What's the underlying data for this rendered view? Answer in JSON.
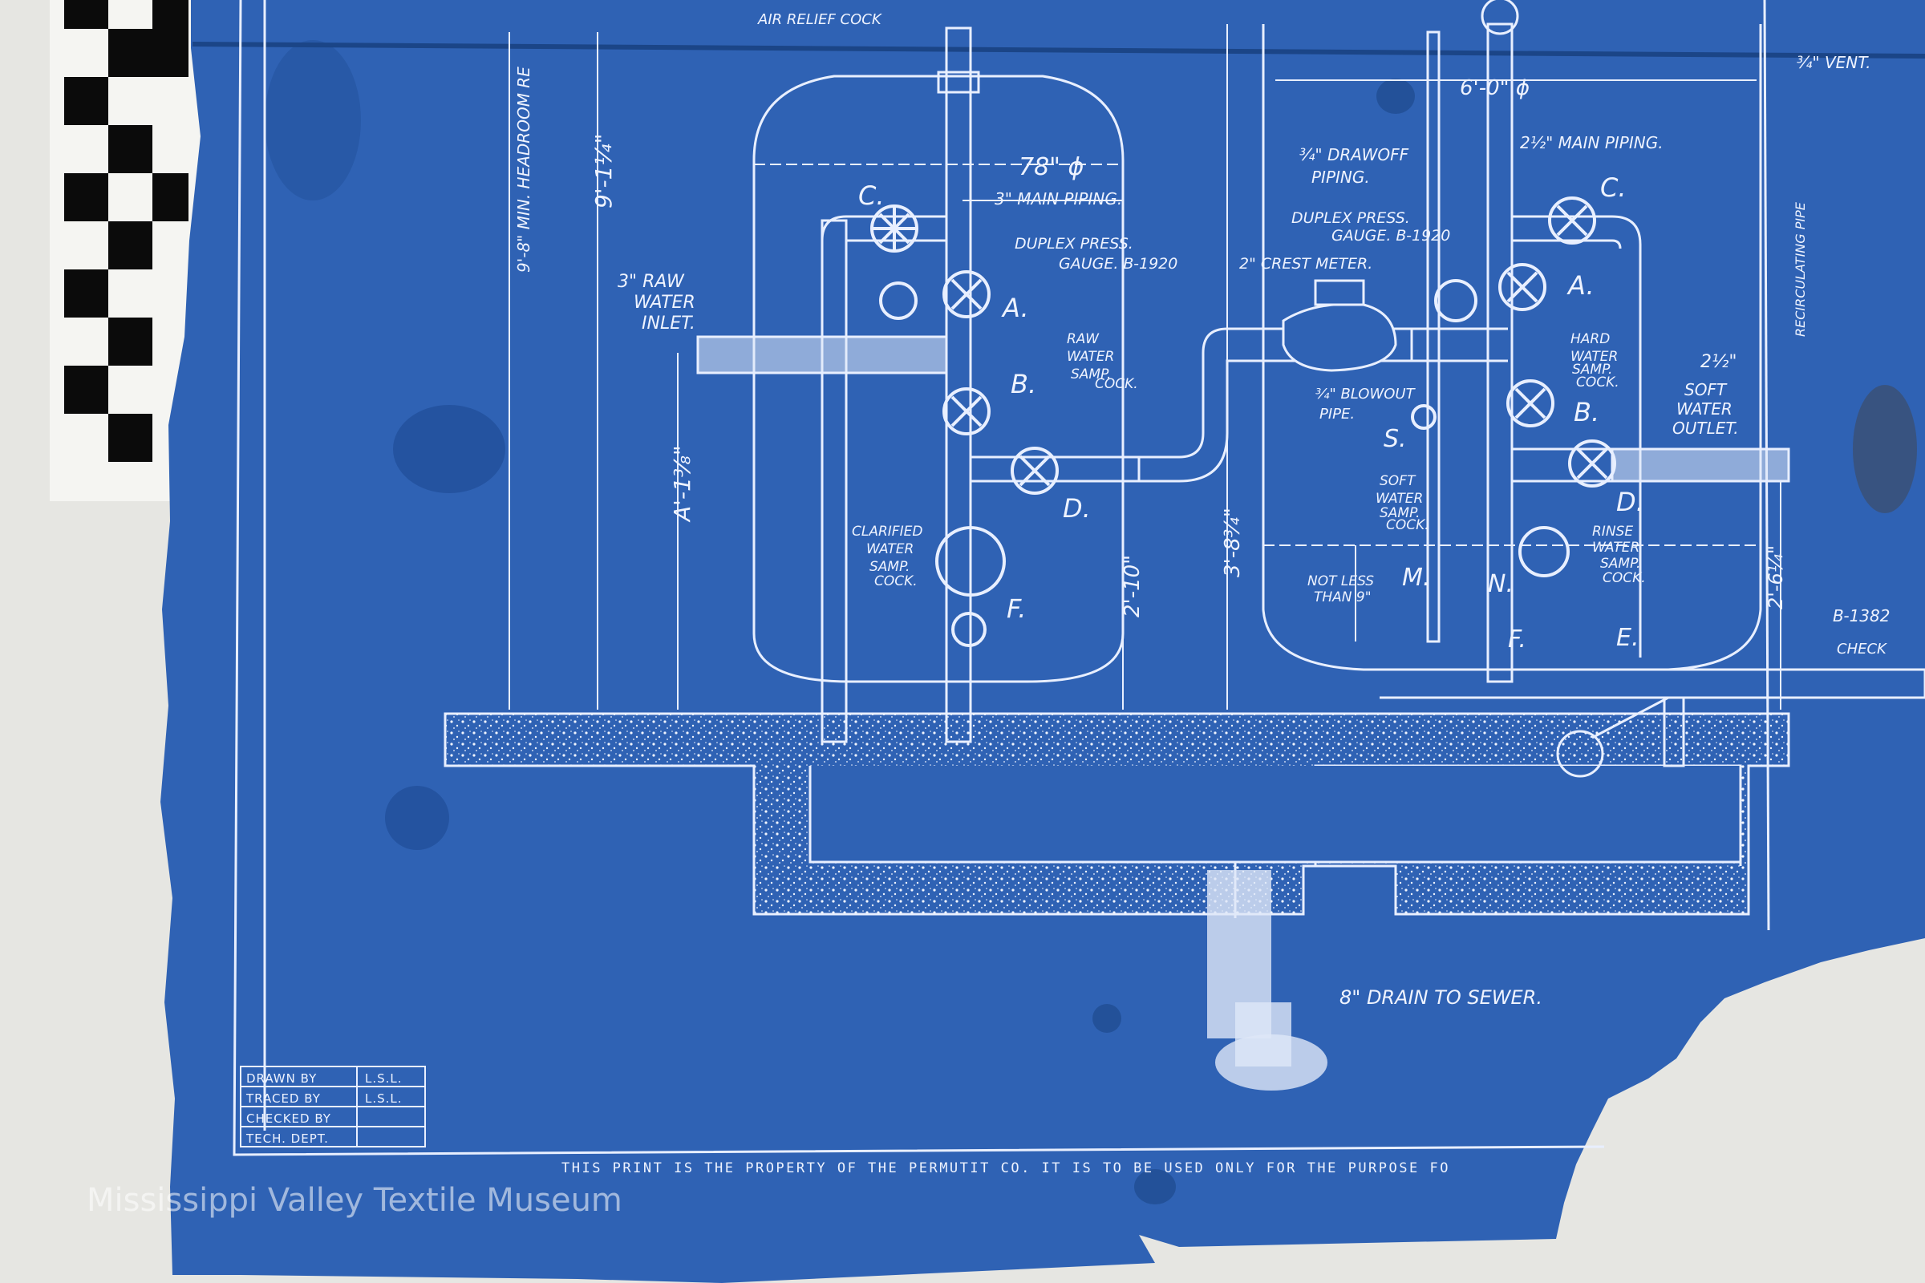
{
  "drawing": {
    "headroom_note": "9'-8\" MIN. HEADROOM RE",
    "top_note": "AIR RELIEF COCK",
    "dimension_9_1_4": "9'-1¼\"",
    "dimension_a": "A'-1⅜\"",
    "dimension_2_10": "2'-10\"",
    "dimension_3_8": "3'-8¾\"",
    "dimension_2_6": "2'-6¼\"",
    "tank_left_diameter": "78\" ϕ",
    "tank_right_diameter": "6'-0\" ϕ",
    "vent_label": "¾\" VENT.",
    "main_piping_left": "3\" MAIN PIPING.",
    "main_piping_right": "2½\" MAIN PIPING.",
    "drawoff_piping": [
      "¾\" DRAWOFF",
      "PIPING."
    ],
    "duplex_gauge_left": [
      "DUPLEX PRESS.",
      "GAUGE. B-1920"
    ],
    "duplex_gauge_right": [
      "DUPLEX PRESS.",
      "GAUGE. B-1920"
    ],
    "crest_meter": "2\" CREST METER.",
    "raw_water_inlet": [
      "3\" RAW",
      "WATER",
      "INLET."
    ],
    "raw_water_samp_cock": [
      "RAW",
      "WATER",
      "SAMP.",
      "COCK."
    ],
    "hard_water_samp_cock": [
      "HARD",
      "WATER",
      "SAMP.",
      "COCK."
    ],
    "clarified_water_samp_cock": [
      "CLARIFIED",
      "WATER",
      "SAMP.",
      "COCK."
    ],
    "soft_water_samp_cock": [
      "SOFT",
      "WATER",
      "SAMP.",
      "COCK."
    ],
    "rinse_water_samp_cock": [
      "RINSE",
      "WATER",
      "SAMP.",
      "COCK."
    ],
    "blowout_pipe": [
      "¾\" BLOWOUT",
      "PIPE."
    ],
    "soft_water_outlet": [
      "2½\"",
      "SOFT",
      "WATER",
      "OUTLET."
    ],
    "not_less_than": [
      "NOT LESS",
      "THAN 9\""
    ],
    "recirculating_pipe": "RECIRCULATING PIPE",
    "part_number": "B-1382",
    "check_label": "CHECK",
    "drain_label": "8\" DRAIN TO SEWER.",
    "valve_letters_left": [
      "C.",
      "A.",
      "B.",
      "D.",
      "F."
    ],
    "valve_letters_right": [
      "C.",
      "A.",
      "B.",
      "D.",
      "S.",
      "M.",
      "N.",
      "F.",
      "E."
    ],
    "property_notice": "THIS PRINT IS THE PROPERTY OF THE PERMUTIT CO.  IT IS TO BE USED ONLY FOR THE PURPOSE FO",
    "title_block": [
      {
        "label": "DRAWN BY",
        "value": "L.S.L."
      },
      {
        "label": "TRACED BY",
        "value": "L.S.L."
      },
      {
        "label": "CHECKED BY",
        "value": ""
      },
      {
        "label": "TECH. DEPT.",
        "value": ""
      }
    ]
  },
  "watermark": "Mississippi Valley Textile Museum",
  "colors": {
    "blueprint": "#2f62b4",
    "blueprint_dark": "#24519c",
    "line": "#e8efff",
    "background": "#e6e6e2"
  }
}
